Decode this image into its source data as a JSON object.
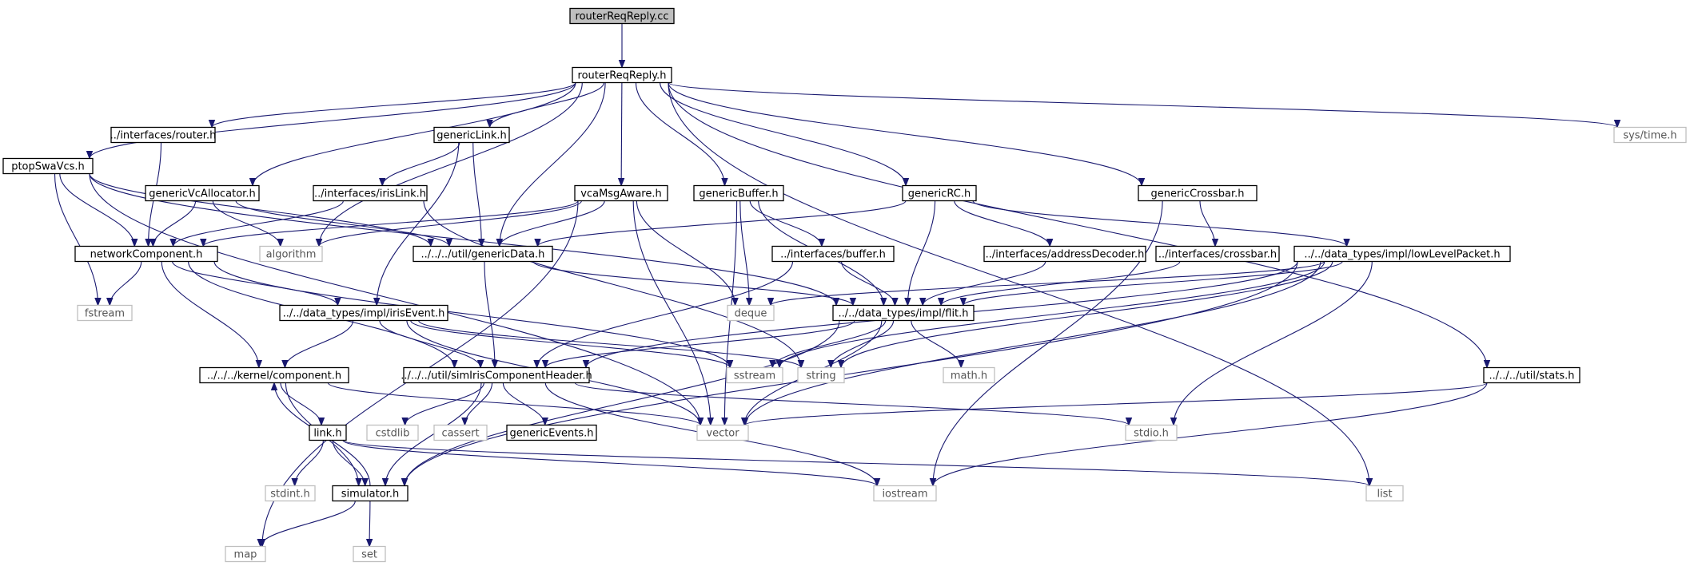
{
  "diagram": {
    "type": "include-dependency-graph",
    "colors": {
      "edge": "#191970",
      "root_fill": "#bfbfbf",
      "node_border": "#000000",
      "system_border": "#bfbfbf",
      "system_text": "#555555"
    },
    "nodes": [
      {
        "id": "rootcc",
        "label": "routerReqReply.cc",
        "kind": "root"
      },
      {
        "id": "rrh",
        "label": "routerReqReply.h",
        "kind": "file"
      },
      {
        "id": "iface_router",
        "label": "../interfaces/router.h",
        "kind": "file"
      },
      {
        "id": "genLink",
        "label": "genericLink.h",
        "kind": "file"
      },
      {
        "id": "systime",
        "label": "sys/time.h",
        "kind": "system"
      },
      {
        "id": "ptop",
        "label": "ptopSwaVcs.h",
        "kind": "file"
      },
      {
        "id": "genVcAlloc",
        "label": "genericVcAllocator.h",
        "kind": "file"
      },
      {
        "id": "iface_irisLink",
        "label": "../interfaces/irisLink.h",
        "kind": "file"
      },
      {
        "id": "vcaMsg",
        "label": "vcaMsgAware.h",
        "kind": "file"
      },
      {
        "id": "genBuffer",
        "label": "genericBuffer.h",
        "kind": "file"
      },
      {
        "id": "genRC",
        "label": "genericRC.h",
        "kind": "file"
      },
      {
        "id": "genXbar",
        "label": "genericCrossbar.h",
        "kind": "file"
      },
      {
        "id": "netComp",
        "label": "networkComponent.h",
        "kind": "file"
      },
      {
        "id": "algorithm",
        "label": "algorithm",
        "kind": "system"
      },
      {
        "id": "genData",
        "label": "../../../util/genericData.h",
        "kind": "file"
      },
      {
        "id": "iface_buffer",
        "label": "../interfaces/buffer.h",
        "kind": "file"
      },
      {
        "id": "iface_addr",
        "label": "../interfaces/addressDecoder.h",
        "kind": "file"
      },
      {
        "id": "iface_xbar",
        "label": "../interfaces/crossbar.h",
        "kind": "file"
      },
      {
        "id": "llp",
        "label": "../../data_types/impl/lowLevelPacket.h",
        "kind": "file"
      },
      {
        "id": "fstream",
        "label": "fstream",
        "kind": "system"
      },
      {
        "id": "irisEvent",
        "label": "../../data_types/impl/irisEvent.h",
        "kind": "file"
      },
      {
        "id": "deque",
        "label": "deque",
        "kind": "system"
      },
      {
        "id": "flit",
        "label": "../../data_types/impl/flit.h",
        "kind": "file"
      },
      {
        "id": "component",
        "label": "../../../kernel/component.h",
        "kind": "file"
      },
      {
        "id": "simIris",
        "label": "../../../util/simIrisComponentHeader.h",
        "kind": "file"
      },
      {
        "id": "sstream",
        "label": "sstream",
        "kind": "system"
      },
      {
        "id": "string",
        "label": "string",
        "kind": "system"
      },
      {
        "id": "mathh",
        "label": "math.h",
        "kind": "system"
      },
      {
        "id": "stats",
        "label": "../../../util/stats.h",
        "kind": "file"
      },
      {
        "id": "linkh",
        "label": "link.h",
        "kind": "file"
      },
      {
        "id": "cstdlib",
        "label": "cstdlib",
        "kind": "system"
      },
      {
        "id": "cassert",
        "label": "cassert",
        "kind": "system"
      },
      {
        "id": "genEvents",
        "label": "genericEvents.h",
        "kind": "file"
      },
      {
        "id": "vector",
        "label": "vector",
        "kind": "system"
      },
      {
        "id": "stdioh",
        "label": "stdio.h",
        "kind": "system"
      },
      {
        "id": "stdinth",
        "label": "stdint.h",
        "kind": "system"
      },
      {
        "id": "simulator",
        "label": "simulator.h",
        "kind": "file"
      },
      {
        "id": "iostream",
        "label": "iostream",
        "kind": "system"
      },
      {
        "id": "list",
        "label": "list",
        "kind": "system"
      },
      {
        "id": "map",
        "label": "map",
        "kind": "system"
      },
      {
        "id": "set",
        "label": "set",
        "kind": "system"
      }
    ],
    "edges": [
      [
        "rootcc",
        "rrh"
      ],
      [
        "rrh",
        "iface_router"
      ],
      [
        "rrh",
        "genLink"
      ],
      [
        "rrh",
        "systime"
      ],
      [
        "rrh",
        "ptop"
      ],
      [
        "rrh",
        "genVcAlloc"
      ],
      [
        "rrh",
        "vcaMsg"
      ],
      [
        "rrh",
        "genBuffer"
      ],
      [
        "rrh",
        "genRC"
      ],
      [
        "rrh",
        "genXbar"
      ],
      [
        "rrh",
        "algorithm"
      ],
      [
        "rrh",
        "genData"
      ],
      [
        "rrh",
        "stats"
      ],
      [
        "rrh",
        "list"
      ],
      [
        "iface_router",
        "netComp"
      ],
      [
        "genLink",
        "iface_irisLink"
      ],
      [
        "genLink",
        "genData"
      ],
      [
        "genLink",
        "irisEvent"
      ],
      [
        "ptop",
        "netComp"
      ],
      [
        "ptop",
        "genData"
      ],
      [
        "ptop",
        "fstream"
      ],
      [
        "ptop",
        "vector"
      ],
      [
        "ptop",
        "flit"
      ],
      [
        "genVcAlloc",
        "netComp"
      ],
      [
        "genVcAlloc",
        "algorithm"
      ],
      [
        "genVcAlloc",
        "genData"
      ],
      [
        "iface_irisLink",
        "netComp"
      ],
      [
        "iface_irisLink",
        "string"
      ],
      [
        "vcaMsg",
        "netComp"
      ],
      [
        "vcaMsg",
        "algorithm"
      ],
      [
        "vcaMsg",
        "genData"
      ],
      [
        "vcaMsg",
        "deque"
      ],
      [
        "vcaMsg",
        "vector"
      ],
      [
        "vcaMsg",
        "map"
      ],
      [
        "genBuffer",
        "iface_buffer"
      ],
      [
        "genBuffer",
        "deque"
      ],
      [
        "genBuffer",
        "vector"
      ],
      [
        "genBuffer",
        "flit"
      ],
      [
        "genRC",
        "iface_addr"
      ],
      [
        "genRC",
        "genData"
      ],
      [
        "genRC",
        "flit"
      ],
      [
        "genRC",
        "llp"
      ],
      [
        "genXbar",
        "iface_xbar"
      ],
      [
        "genXbar",
        "iostream"
      ],
      [
        "netComp",
        "fstream"
      ],
      [
        "netComp",
        "irisEvent"
      ],
      [
        "netComp",
        "component"
      ],
      [
        "netComp",
        "simIris"
      ],
      [
        "netComp",
        "sstream"
      ],
      [
        "genData",
        "simIris"
      ],
      [
        "genData",
        "flit"
      ],
      [
        "iface_buffer",
        "flit"
      ],
      [
        "iface_buffer",
        "simIris"
      ],
      [
        "iface_addr",
        "flit"
      ],
      [
        "iface_xbar",
        "flit"
      ],
      [
        "llp",
        "deque"
      ],
      [
        "llp",
        "flit"
      ],
      [
        "llp",
        "simIris"
      ],
      [
        "llp",
        "sstream"
      ],
      [
        "llp",
        "string"
      ],
      [
        "llp",
        "vector"
      ],
      [
        "llp",
        "stdioh"
      ],
      [
        "llp",
        "simulator"
      ],
      [
        "irisEvent",
        "component"
      ],
      [
        "irisEvent",
        "simIris"
      ],
      [
        "irisEvent",
        "sstream"
      ],
      [
        "irisEvent",
        "string"
      ],
      [
        "irisEvent",
        "vector"
      ],
      [
        "flit",
        "simIris"
      ],
      [
        "flit",
        "sstream"
      ],
      [
        "flit",
        "string"
      ],
      [
        "flit",
        "mathh"
      ],
      [
        "flit",
        "vector"
      ],
      [
        "flit",
        "simulator"
      ],
      [
        "component",
        "linkh"
      ],
      [
        "component",
        "simulator"
      ],
      [
        "component",
        "vector"
      ],
      [
        "simIris",
        "cstdlib"
      ],
      [
        "simIris",
        "cassert"
      ],
      [
        "simIris",
        "genEvents"
      ],
      [
        "simIris",
        "stdioh"
      ],
      [
        "simIris",
        "simulator"
      ],
      [
        "simIris",
        "iostream"
      ],
      [
        "stats",
        "vector"
      ],
      [
        "stats",
        "iostream"
      ],
      [
        "linkh",
        "stdinth"
      ],
      [
        "linkh",
        "simulator"
      ],
      [
        "linkh",
        "iostream"
      ],
      [
        "linkh",
        "list"
      ],
      [
        "simulator",
        "component"
      ],
      [
        "simulator",
        "map"
      ],
      [
        "simulator",
        "set"
      ]
    ]
  }
}
